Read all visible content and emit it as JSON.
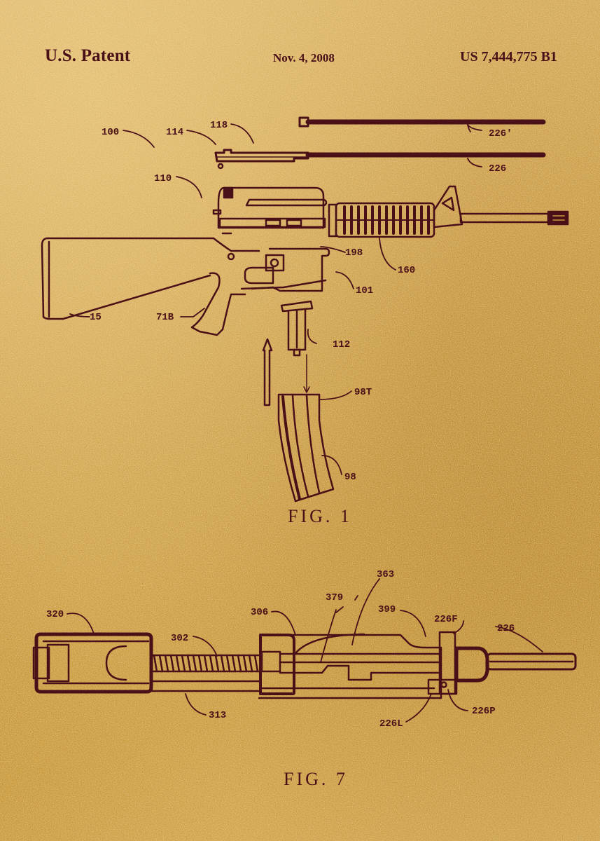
{
  "header": {
    "left": "U.S. Patent",
    "date": "Nov. 4, 2008",
    "patent_number": "US 7,444,775 B1"
  },
  "colors": {
    "background_gold": "#c8993c",
    "ink_maroon": "#4a1018"
  },
  "figure1": {
    "caption": "FIG.  1",
    "labels": {
      "l100": "100",
      "l114": "114",
      "l118": "118",
      "l226a": "226'",
      "l226b": "226",
      "l110": "110",
      "l198": "198",
      "l160": "160",
      "l101": "101",
      "l15": "15",
      "l71b": "71B",
      "l112": "112",
      "l98t": "98T",
      "l98": "98"
    }
  },
  "figure7": {
    "caption": "FIG.  7",
    "labels": {
      "l320": "320",
      "l302": "302",
      "l306": "306",
      "l379": "379",
      "l363": "363",
      "l399": "399",
      "l226f": "226F",
      "l226": "226",
      "l313": "313",
      "l226l": "226L",
      "l226p": "226P"
    }
  }
}
